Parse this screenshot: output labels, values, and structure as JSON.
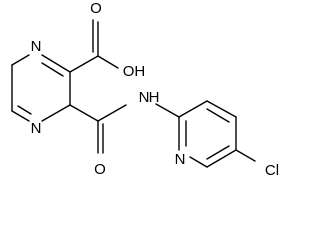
{
  "molecule": {
    "atoms": {
      "n1": "N",
      "n2": "N",
      "oh": "OH",
      "o_carbonyl_acid": "O",
      "nh": "N",
      "h": "H",
      "o_amide": "O",
      "n_pyridine": "N",
      "cl": "Cl"
    }
  }
}
